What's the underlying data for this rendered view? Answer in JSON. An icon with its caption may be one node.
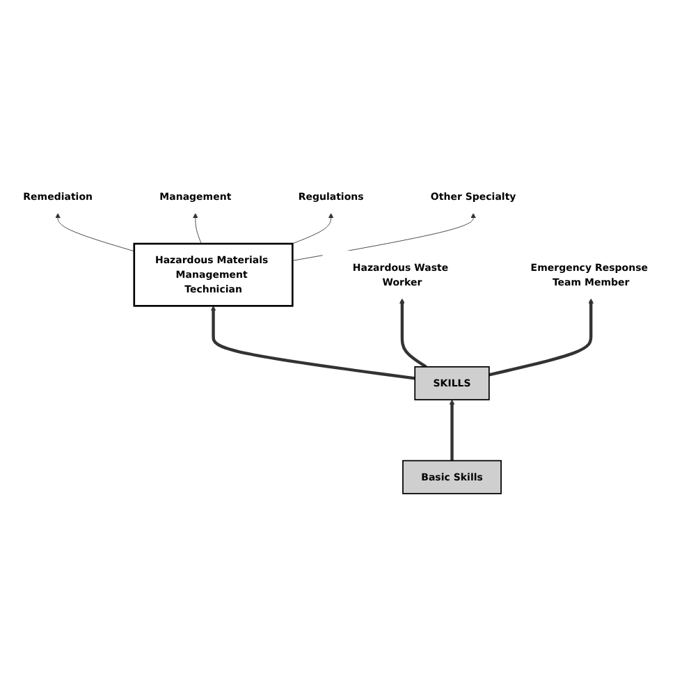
{
  "diagram": {
    "nodes": [
      {
        "text": [
          "Hazardous Materials Management Technician"
        ]
      },
      {
        "text": [
          "Remediation"
        ]
      },
      {
        "text": [
          "Management"
        ]
      },
      {
        "text": [
          "Regulations"
        ]
      },
      {
        "text": [
          "Other Specialty"
        ]
      },
      {
        "text": [
          "Hazardous Waste Worker"
        ]
      },
      {
        "text": [
          "Emergency Response Team Member"
        ]
      },
      {
        "text": [
          "SKILLS"
        ]
      },
      {
        "text": [
          "Basic Skills"
        ]
      }
    ],
    "edges": [
      {
        "from": 8,
        "to": 7,
        "arrow": "to",
        "style": "thick"
      },
      {
        "from": 7,
        "to": 0,
        "arrow": "to",
        "style": "thick"
      },
      {
        "from": 7,
        "to": 5,
        "arrow": "to",
        "style": "thick"
      },
      {
        "from": 7,
        "to": 6,
        "arrow": "to",
        "style": "thick"
      },
      {
        "from": 0,
        "to": 1,
        "arrow": "to"
      },
      {
        "from": 0,
        "to": 2,
        "arrow": "to"
      },
      {
        "from": 0,
        "to": 3,
        "arrow": "to"
      },
      {
        "from": 0,
        "to": 4,
        "arrow": "to"
      }
    ]
  }
}
